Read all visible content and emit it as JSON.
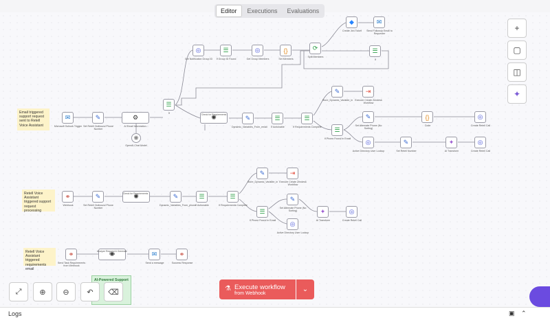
{
  "tabs": [
    {
      "label": "Editor",
      "active": true
    },
    {
      "label": "Executions",
      "active": false
    },
    {
      "label": "Evaluations",
      "active": false
    }
  ],
  "notes": {
    "note1": "Email triggered support request sent to Retell Voice Assistant",
    "note2": "Retell Voice Assistant triggered support request processing",
    "note3": "Retell Voice Assistant triggered requirements email",
    "note4": "AI-Powered Support"
  },
  "labels": {
    "n1": "Microsoft Outlook Trigger",
    "n2": "Set Retell Outbound Phone Number",
    "n3": "AI Email Information...",
    "n4": "OpenAI Chat Model",
    "n5": "Check for Requirements",
    "n6": "Dynamic_Variables_From_email",
    "n7": "If Actionable",
    "n8": "If Requirements Complete",
    "n9": "Execute Create Zendesk Workflow",
    "n10": "Set Alternate Phone (No Sorting)",
    "n11": "Code",
    "n12": "Create Retell Call",
    "n13": "If Phone Found in Email",
    "n14": "Active Directory User Lookup",
    "n15": "Set Retell Number",
    "n16": "AI Transform",
    "n17": "Create Retell Call",
    "n18": "Get Notification Group ID",
    "n19": "If Group ID Found",
    "n20": "Get Group Members",
    "n21": "Set Members",
    "n22": "Split Members",
    "n23": "Create Jira Ticket",
    "n24": "Send Followup Email to Requester",
    "n25": "Webhook",
    "n26": "Set Retell Outbound Phone Number",
    "n27": "Check for Requirements",
    "n28": "Dynamic_Variables_From_phone",
    "n29": "If Actionable",
    "n30": "If Requirements Complete",
    "n31": "Execute Create Zendesk Workflow",
    "n32": "If Phone Found in Email",
    "n33": "Set Alternate Phone (No Sorting)",
    "n34": "AI Transform",
    "n35": "Create Retell Call",
    "n36": "Active Directory User Lookup",
    "n37": "Send Task Requirements from Webhook",
    "n38": "Analyze Request & Generate Email",
    "n39": "Send a message",
    "n40": "Success Response",
    "n41": "Store_Dynamic_Variable_in",
    "n42": "Store_Dynamic_Variable_in",
    "n43": "If"
  },
  "execute": {
    "title": "Execute workflow",
    "subtitle": "from Webhook"
  },
  "logs": {
    "label": "Logs"
  },
  "icons": {
    "zoom_fit": "fit-view-icon",
    "zoom_in": "zoom-in-icon",
    "zoom_out": "zoom-out-icon",
    "undo": "undo-icon",
    "clean": "broom-icon"
  },
  "colors": {
    "accent": "#ea5b5b",
    "note": "#fdf3c9",
    "note_green": "#d9f2dc"
  }
}
